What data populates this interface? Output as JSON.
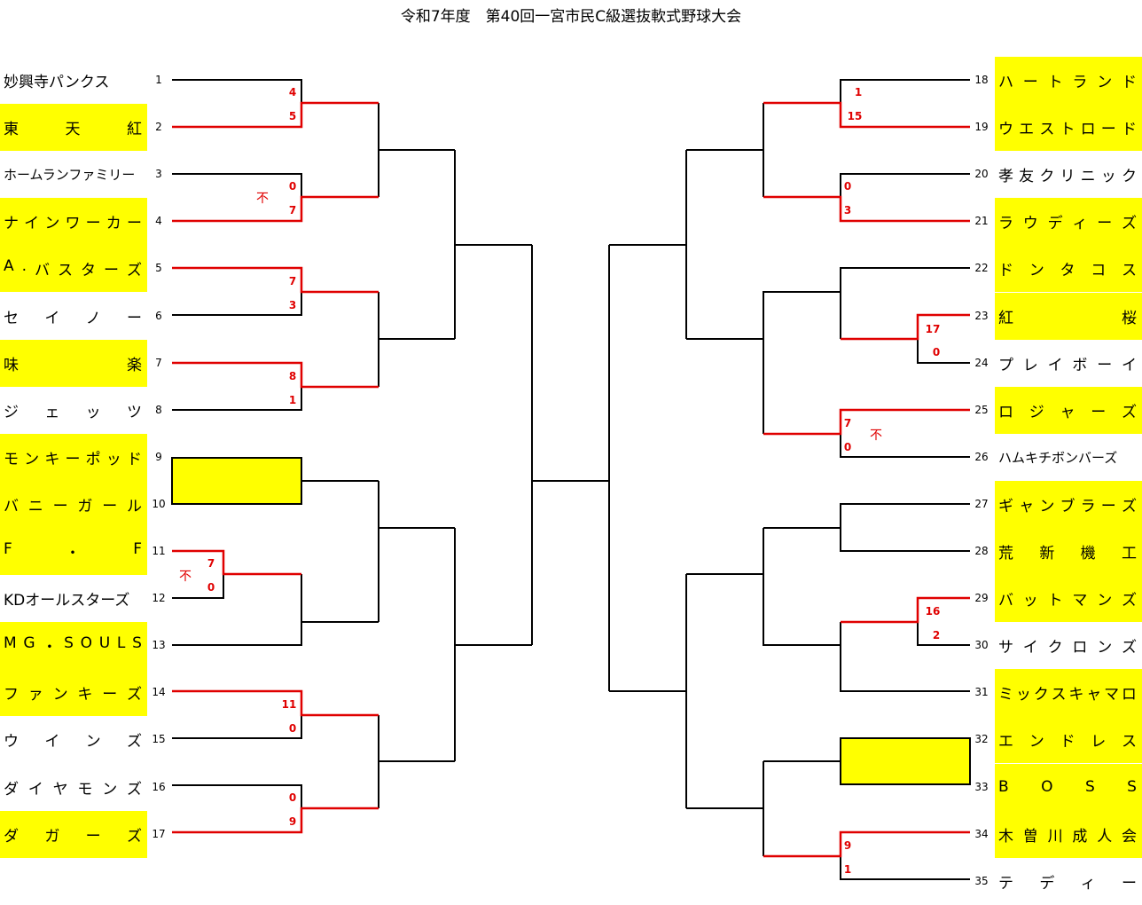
{
  "title": "令和7年度　第40回一宮市民C級選抜軟式野球大会",
  "left_teams": [
    {
      "num": "1",
      "name": "妙興寺パンクス",
      "hl": false,
      "spread": false
    },
    {
      "num": "2",
      "name": "東　天　紅",
      "hl": true,
      "spread": true
    },
    {
      "num": "3",
      "name": "ホームランファミリー",
      "hl": false,
      "spread": false,
      "small": true
    },
    {
      "num": "4",
      "name": "ナインワーカー",
      "hl": true,
      "spread": true
    },
    {
      "num": "5",
      "name": "A.バスターズ",
      "hl": true,
      "spread": true
    },
    {
      "num": "6",
      "name": "セイノー",
      "hl": false,
      "spread": true
    },
    {
      "num": "7",
      "name": "味　楽",
      "hl": true,
      "spread": true
    },
    {
      "num": "8",
      "name": "ジェッツ",
      "hl": false,
      "spread": true
    },
    {
      "num": "9",
      "name": "モンキーポッド",
      "hl": true,
      "spread": true
    },
    {
      "num": "10",
      "name": "バニーガール",
      "hl": true,
      "spread": true
    },
    {
      "num": "11",
      "name": "F・F",
      "hl": true,
      "spread": true
    },
    {
      "num": "12",
      "name": "KDオールスターズ",
      "hl": false,
      "spread": false
    },
    {
      "num": "13",
      "name": "MG・SOULS",
      "hl": true,
      "spread": true
    },
    {
      "num": "14",
      "name": "ファンキーズ",
      "hl": true,
      "spread": true
    },
    {
      "num": "15",
      "name": "ウインズ",
      "hl": false,
      "spread": true
    },
    {
      "num": "16",
      "name": "ダイヤモンズ",
      "hl": false,
      "spread": true
    },
    {
      "num": "17",
      "name": "ダガーズ",
      "hl": true,
      "spread": true
    }
  ],
  "right_teams": [
    {
      "num": "18",
      "name": "ハートランド",
      "hl": true,
      "spread": true
    },
    {
      "num": "19",
      "name": "ウエストロード",
      "hl": true,
      "spread": true
    },
    {
      "num": "20",
      "name": "孝友クリニック",
      "hl": false,
      "spread": true
    },
    {
      "num": "21",
      "name": "ラウディーズ",
      "hl": true,
      "spread": true
    },
    {
      "num": "22",
      "name": "ドンタコス",
      "hl": true,
      "spread": true
    },
    {
      "num": "23",
      "name": "紅　桜",
      "hl": true,
      "spread": true
    },
    {
      "num": "24",
      "name": "プレイボーイ",
      "hl": false,
      "spread": true
    },
    {
      "num": "25",
      "name": "ロジャーズ",
      "hl": true,
      "spread": true
    },
    {
      "num": "26",
      "name": "ハムキチボンバーズ",
      "hl": false,
      "spread": false,
      "small": true
    },
    {
      "num": "27",
      "name": "ギャンブラーズ",
      "hl": true,
      "spread": true
    },
    {
      "num": "28",
      "name": "荒新機工",
      "hl": true,
      "spread": true
    },
    {
      "num": "29",
      "name": "バットマンズ",
      "hl": true,
      "spread": true
    },
    {
      "num": "30",
      "name": "サイクロンズ",
      "hl": false,
      "spread": true
    },
    {
      "num": "31",
      "name": "ミックスキャマロ",
      "hl": true,
      "spread": true
    },
    {
      "num": "32",
      "name": "エンドレス",
      "hl": true,
      "spread": true
    },
    {
      "num": "33",
      "name": "BOSS",
      "hl": true,
      "spread": true
    },
    {
      "num": "34",
      "name": "木曽川成人会",
      "hl": true,
      "spread": true
    },
    {
      "num": "35",
      "name": "テディー",
      "hl": false,
      "spread": true
    }
  ],
  "scores": [
    {
      "id": "s1",
      "v": "4"
    },
    {
      "id": "s2",
      "v": "5"
    },
    {
      "id": "s3",
      "v": "0"
    },
    {
      "id": "s4",
      "v": "7"
    },
    {
      "id": "s5",
      "v": "7"
    },
    {
      "id": "s6",
      "v": "3"
    },
    {
      "id": "s7",
      "v": "8"
    },
    {
      "id": "s8",
      "v": "1"
    },
    {
      "id": "s9",
      "v": "7"
    },
    {
      "id": "s10",
      "v": "0"
    },
    {
      "id": "s11",
      "v": "11"
    },
    {
      "id": "s12",
      "v": "0"
    },
    {
      "id": "s13",
      "v": "0"
    },
    {
      "id": "s14",
      "v": "9"
    },
    {
      "id": "s15",
      "v": "1"
    },
    {
      "id": "s16",
      "v": "15"
    },
    {
      "id": "s17",
      "v": "0"
    },
    {
      "id": "s18",
      "v": "3"
    },
    {
      "id": "s19",
      "v": "17"
    },
    {
      "id": "s20",
      "v": "0"
    },
    {
      "id": "s21",
      "v": "7"
    },
    {
      "id": "s22",
      "v": "0"
    },
    {
      "id": "s23",
      "v": "16"
    },
    {
      "id": "s24",
      "v": "2"
    },
    {
      "id": "s25",
      "v": "9"
    },
    {
      "id": "s26",
      "v": "1"
    }
  ],
  "forfeit_mark": "不",
  "colors": {
    "highlight": "#ffff00",
    "winner_line": "#e00000",
    "line": "#000000"
  }
}
